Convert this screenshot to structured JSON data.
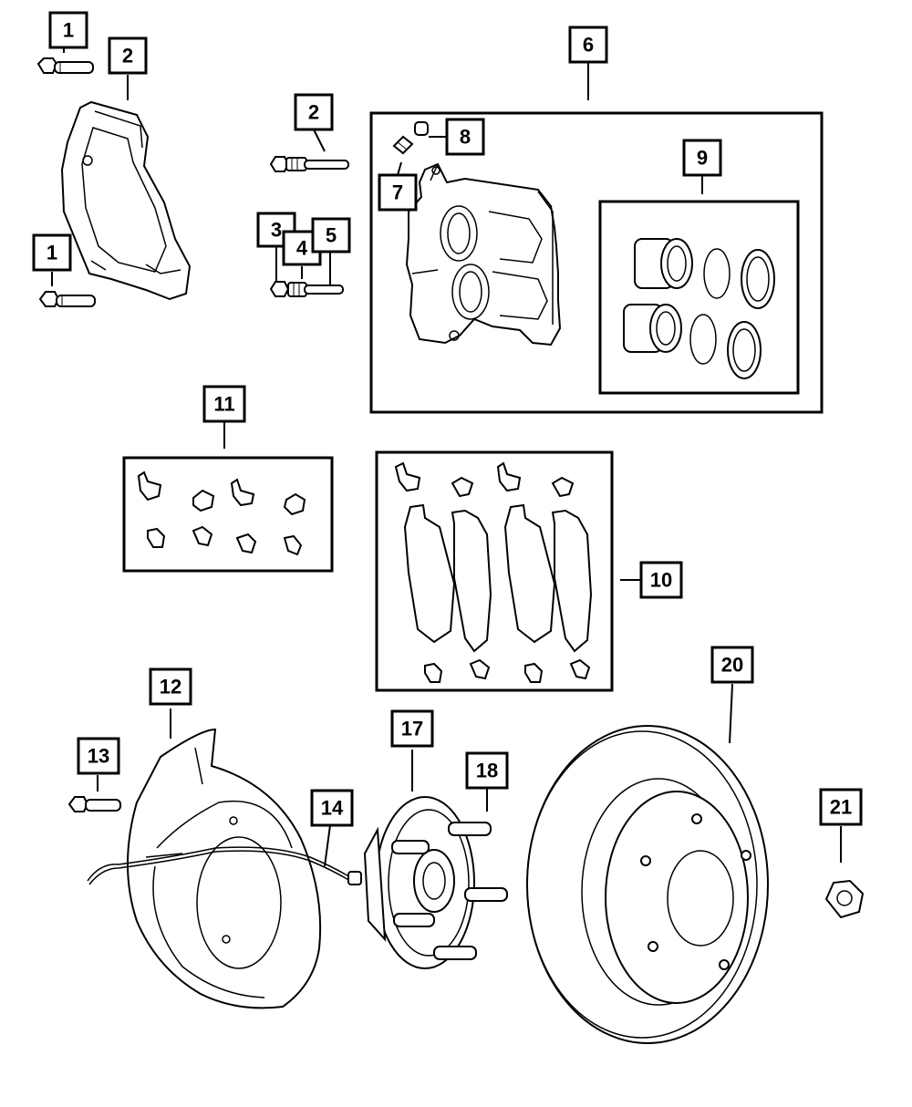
{
  "callouts": {
    "c1a": "1",
    "c1b": "1",
    "c2a": "2",
    "c2b": "2",
    "c3": "3",
    "c4": "4",
    "c5": "5",
    "c6": "6",
    "c7": "7",
    "c8": "8",
    "c9": "9",
    "c10": "10",
    "c11": "11",
    "c12": "12",
    "c13": "13",
    "c14": "14",
    "c17": "17",
    "c18": "18",
    "c20": "20",
    "c21": "21"
  }
}
